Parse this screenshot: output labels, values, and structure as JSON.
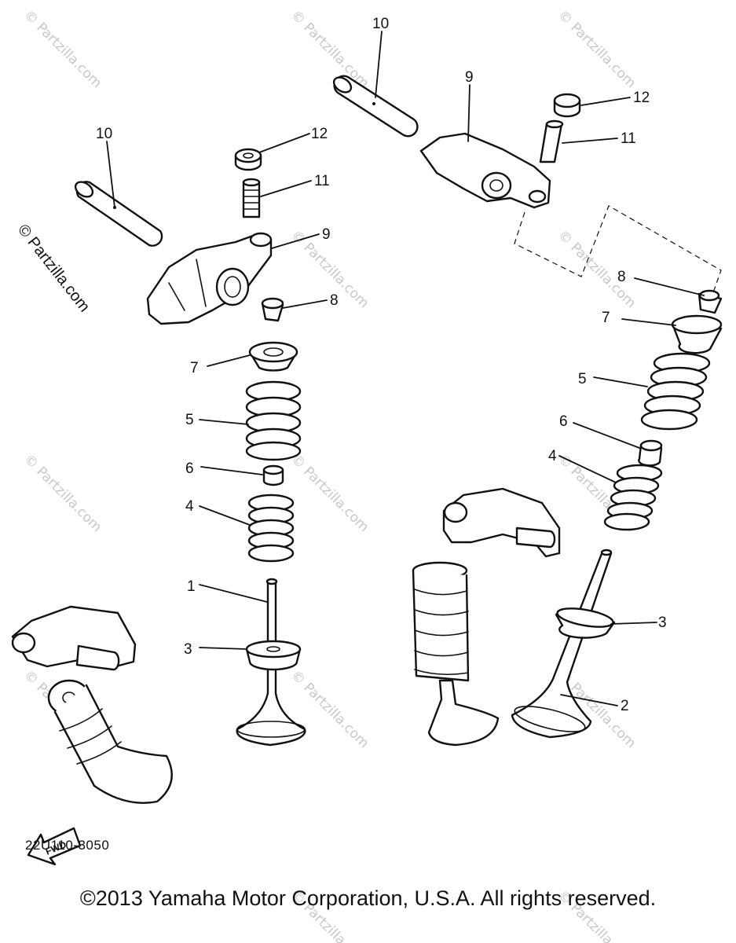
{
  "watermark": "© Partzilla.com",
  "callouts": {
    "c1": "1",
    "c2": "2",
    "c3a": "3",
    "c3b": "3",
    "c4a": "4",
    "c4b": "4",
    "c5a": "5",
    "c5b": "5",
    "c6a": "6",
    "c6b": "6",
    "c7a": "7",
    "c7b": "7",
    "c8a": "8",
    "c8b": "8",
    "c9a": "9",
    "c9b": "9",
    "c10a": "10",
    "c10b": "10",
    "c11a": "11",
    "c11b": "11",
    "c12a": "12",
    "c12b": "12"
  },
  "fwd_label": "FWD",
  "diagram_code": "22U110-3050",
  "copyright": "©2013 Yamaha Motor Corporation, U.S.A. All rights reserved."
}
